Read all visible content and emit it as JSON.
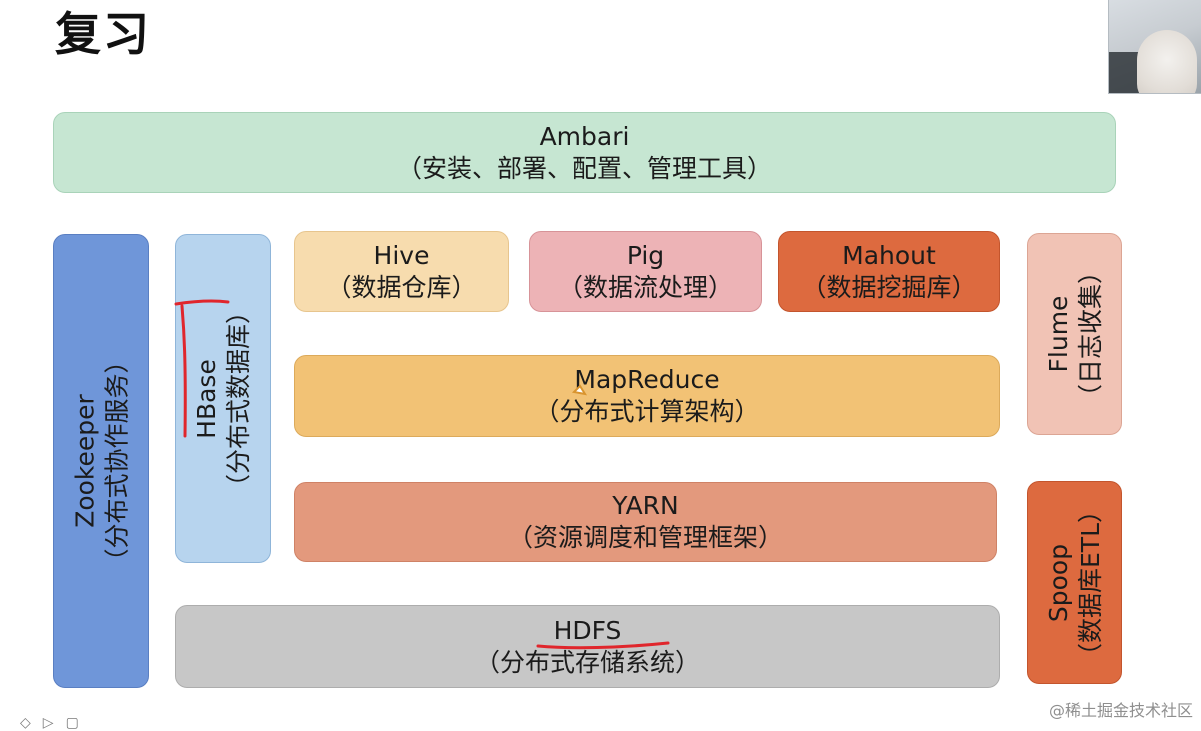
{
  "page": {
    "title": "复习"
  },
  "diagram": {
    "ambari": {
      "name": "Ambari",
      "desc": "（安装、部署、配置、管理工具）",
      "color": "#c6e6d2"
    },
    "zookeeper": {
      "name": "Zookeeper",
      "desc": "（分布式协作服务）",
      "color": "#6f96d9"
    },
    "hbase": {
      "name": "HBase",
      "desc": "（分布式数据库）",
      "color": "#b7d4ee"
    },
    "hive": {
      "name": "Hive",
      "desc": "（数据仓库）",
      "color": "#f7dcae"
    },
    "pig": {
      "name": "Pig",
      "desc": "（数据流处理）",
      "color": "#edb3b6"
    },
    "mahout": {
      "name": "Mahout",
      "desc": "（数据挖掘库）",
      "color": "#dd6a3f"
    },
    "mapreduce": {
      "name": "MapReduce",
      "desc": "（分布式计算架构）",
      "color": "#f2c275"
    },
    "yarn": {
      "name": "YARN",
      "desc": "（资源调度和管理框架）",
      "color": "#e3997d"
    },
    "hdfs": {
      "name": "HDFS",
      "desc": "（分布式存储系统）",
      "color": "#c7c7c7"
    },
    "flume": {
      "name": "Flume",
      "desc": "（日志收集）",
      "color": "#f1c3b5"
    },
    "sqoop": {
      "name": "Spoop",
      "desc": "（数据库ETL）",
      "color": "#dd6a3f"
    }
  },
  "icons": {
    "webcam": "webcam-thumbnail",
    "annotation": "red-pen-annotation"
  },
  "watermark": "@稀土掘金技术社区"
}
